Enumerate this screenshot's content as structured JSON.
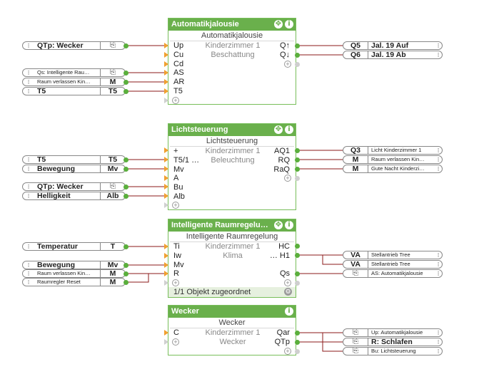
{
  "blocks": {
    "automatik": {
      "header": "Automatikjalousie",
      "title": "Automatikjalousie",
      "room": "Kinderzimmer 1",
      "function": "Beschattung",
      "inputs": [
        "Up",
        "Cu",
        "Cd",
        "AS",
        "AR",
        "T5"
      ],
      "outputs": [
        "Q↑",
        "Q↓"
      ]
    },
    "licht": {
      "header": "Lichtsteuerung",
      "title": "Lichtsteuerung",
      "room": "Kinderzimmer 1",
      "function": "Beleuchtung",
      "inputs": [
        "+",
        "T5/1 …",
        "Mv",
        "A",
        "Bu",
        "Alb"
      ],
      "outputs": [
        "AQ1",
        "RQ",
        "RaQ"
      ]
    },
    "raumregelung": {
      "header": "Intelligente Raumregelu…",
      "title": "Intelligente Raumregelung",
      "room": "Kinderzimmer 1",
      "function": "Klima",
      "inputs": [
        "Ti",
        "Iw",
        "Mv",
        "R"
      ],
      "outputs": [
        "HC",
        "… H1",
        "Qs"
      ],
      "footer": "1/1 Objekt zugeordnet"
    },
    "wecker": {
      "header": "Wecker",
      "title": "Wecker",
      "room": "Kinderzimmer 1",
      "function": "Wecker",
      "inputs": [
        "C"
      ],
      "outputs": [
        "Qar",
        "QTp"
      ]
    }
  },
  "left_refs": [
    {
      "name": "QTp: Wecker",
      "abbr": "↳",
      "small": false
    },
    {
      "name": "Qs: Intelligente Rau…",
      "abbr": "↳",
      "small": true
    },
    {
      "name": "Raum verlassen Kin…",
      "abbr": "M",
      "small": true
    },
    {
      "name": "T5",
      "abbr": "T5",
      "small": false
    },
    {
      "name": "T5",
      "abbr": "T5",
      "small": false
    },
    {
      "name": "Bewegung",
      "abbr": "Mv",
      "small": false
    },
    {
      "name": "QTp: Wecker",
      "abbr": "↳",
      "small": false
    },
    {
      "name": "Helligkeit",
      "abbr": "Alb",
      "small": false
    },
    {
      "name": "Temperatur",
      "abbr": "T",
      "small": false
    },
    {
      "name": "Bewegung",
      "abbr": "Mv",
      "small": false
    },
    {
      "name": "Raum verlassen Kin…",
      "abbr": "M",
      "small": true
    },
    {
      "name": "Raumregler Reset",
      "abbr": "M",
      "small": true
    }
  ],
  "right_refs": [
    {
      "name": "Jal. 19 Auf",
      "abbr": "Q5",
      "small": false
    },
    {
      "name": "Jal. 19 Ab",
      "abbr": "Q6",
      "small": false
    },
    {
      "name": "Licht Kinderzimmer 1",
      "abbr": "Q3",
      "small": true
    },
    {
      "name": "Raum verlassen Kin…",
      "abbr": "M",
      "small": true
    },
    {
      "name": "Gute Nacht Kinderzi…",
      "abbr": "M",
      "small": true
    },
    {
      "name": "Stellantrieb Tree",
      "abbr": "VA",
      "small": true
    },
    {
      "name": "Stellantrieb Tree",
      "abbr": "VA",
      "small": true
    },
    {
      "name": "AS: Automatikjalousie",
      "abbr": "↳",
      "small": true
    },
    {
      "name": "Up: Automatikjalousie",
      "abbr": "↳",
      "small": true
    },
    {
      "name": "R: Schlafen",
      "abbr": "↳",
      "small": false
    },
    {
      "name": "Bu: Lichtsteuerung",
      "abbr": "↳",
      "small": true
    }
  ],
  "colors": {
    "block_border": "#78be5a",
    "block_header": "#6ab04c",
    "wire": "#8b1a1a",
    "input_marker": "#f0a030",
    "output_dot": "#5aaf3c"
  },
  "icons": {
    "header_move": "move-icon",
    "header_info": "info-icon",
    "add_connector": "plus-icon",
    "footer_settings": "gear-icon",
    "reference_jump": "jump-icon"
  }
}
